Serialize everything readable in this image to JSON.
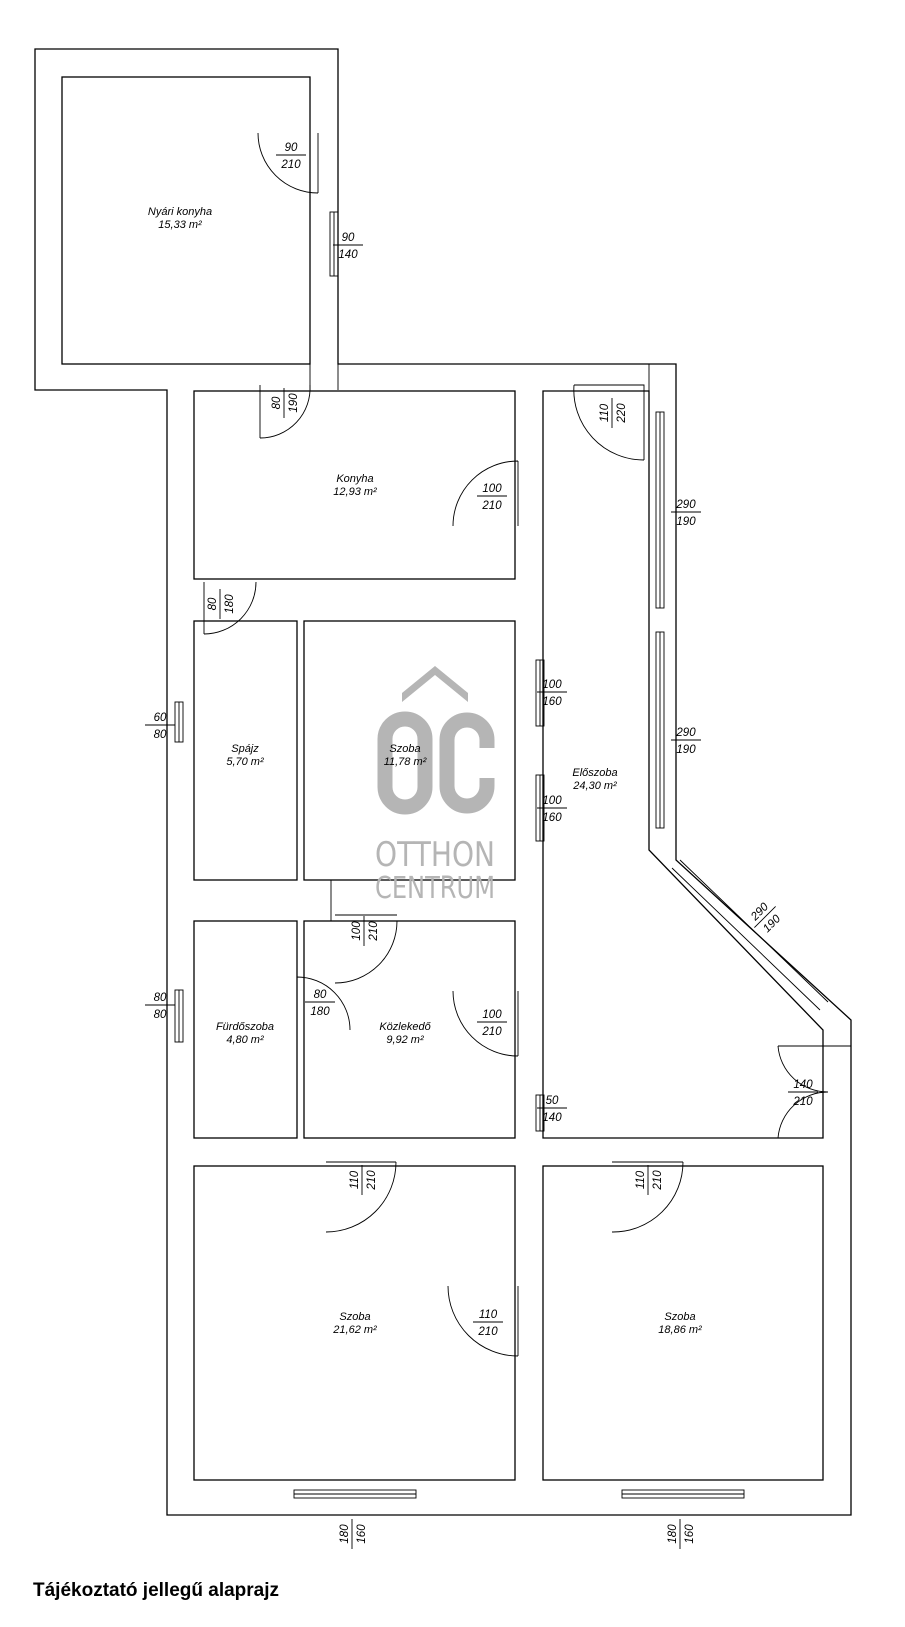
{
  "rooms": [
    {
      "name": "Nyári konyha",
      "area": "15,33 m²"
    },
    {
      "name": "Konyha",
      "area": "12,93 m²"
    },
    {
      "name": "Spájz",
      "area": "5,70 m²"
    },
    {
      "name": "Szoba",
      "area": "11,78 m²"
    },
    {
      "name": "Előszoba",
      "area": "24,30 m²"
    },
    {
      "name": "Fürdőszoba",
      "area": "4,80 m²"
    },
    {
      "name": "Közlekedő",
      "area": "9,92 m²"
    },
    {
      "name": "Szoba",
      "area": "21,62 m²"
    },
    {
      "name": "Szoba",
      "area": "18,86 m²"
    }
  ],
  "openings": [
    {
      "type": "door",
      "width": "90",
      "height": "210"
    },
    {
      "type": "window",
      "width": "90",
      "height": "140"
    },
    {
      "type": "door",
      "width": "80",
      "height": "190"
    },
    {
      "type": "door",
      "width": "110",
      "height": "220"
    },
    {
      "type": "door",
      "width": "100",
      "height": "210"
    },
    {
      "type": "window",
      "width": "290",
      "height": "190"
    },
    {
      "type": "door",
      "width": "80",
      "height": "180"
    },
    {
      "type": "window",
      "width": "60",
      "height": "80"
    },
    {
      "type": "window",
      "width": "100",
      "height": "160"
    },
    {
      "type": "window",
      "width": "290",
      "height": "190"
    },
    {
      "type": "window",
      "width": "100",
      "height": "160"
    },
    {
      "type": "window",
      "width": "290",
      "height": "190"
    },
    {
      "type": "door",
      "width": "100",
      "height": "210"
    },
    {
      "type": "door",
      "width": "80",
      "height": "180"
    },
    {
      "type": "window",
      "width": "80",
      "height": "80"
    },
    {
      "type": "door",
      "width": "100",
      "height": "210"
    },
    {
      "type": "window",
      "width": "50",
      "height": "140"
    },
    {
      "type": "door",
      "width": "140",
      "height": "210"
    },
    {
      "type": "door",
      "width": "110",
      "height": "210"
    },
    {
      "type": "door",
      "width": "110",
      "height": "210"
    },
    {
      "type": "door",
      "width": "110",
      "height": "210"
    },
    {
      "type": "window",
      "width": "180",
      "height": "160"
    },
    {
      "type": "window",
      "width": "180",
      "height": "160"
    }
  ],
  "logo": {
    "mark": "ÔC",
    "line1": "OTTHON",
    "line2": "CENTRUM",
    "color": "#b5b5b5"
  },
  "caption": "Tájékoztató jellegű alaprajz"
}
